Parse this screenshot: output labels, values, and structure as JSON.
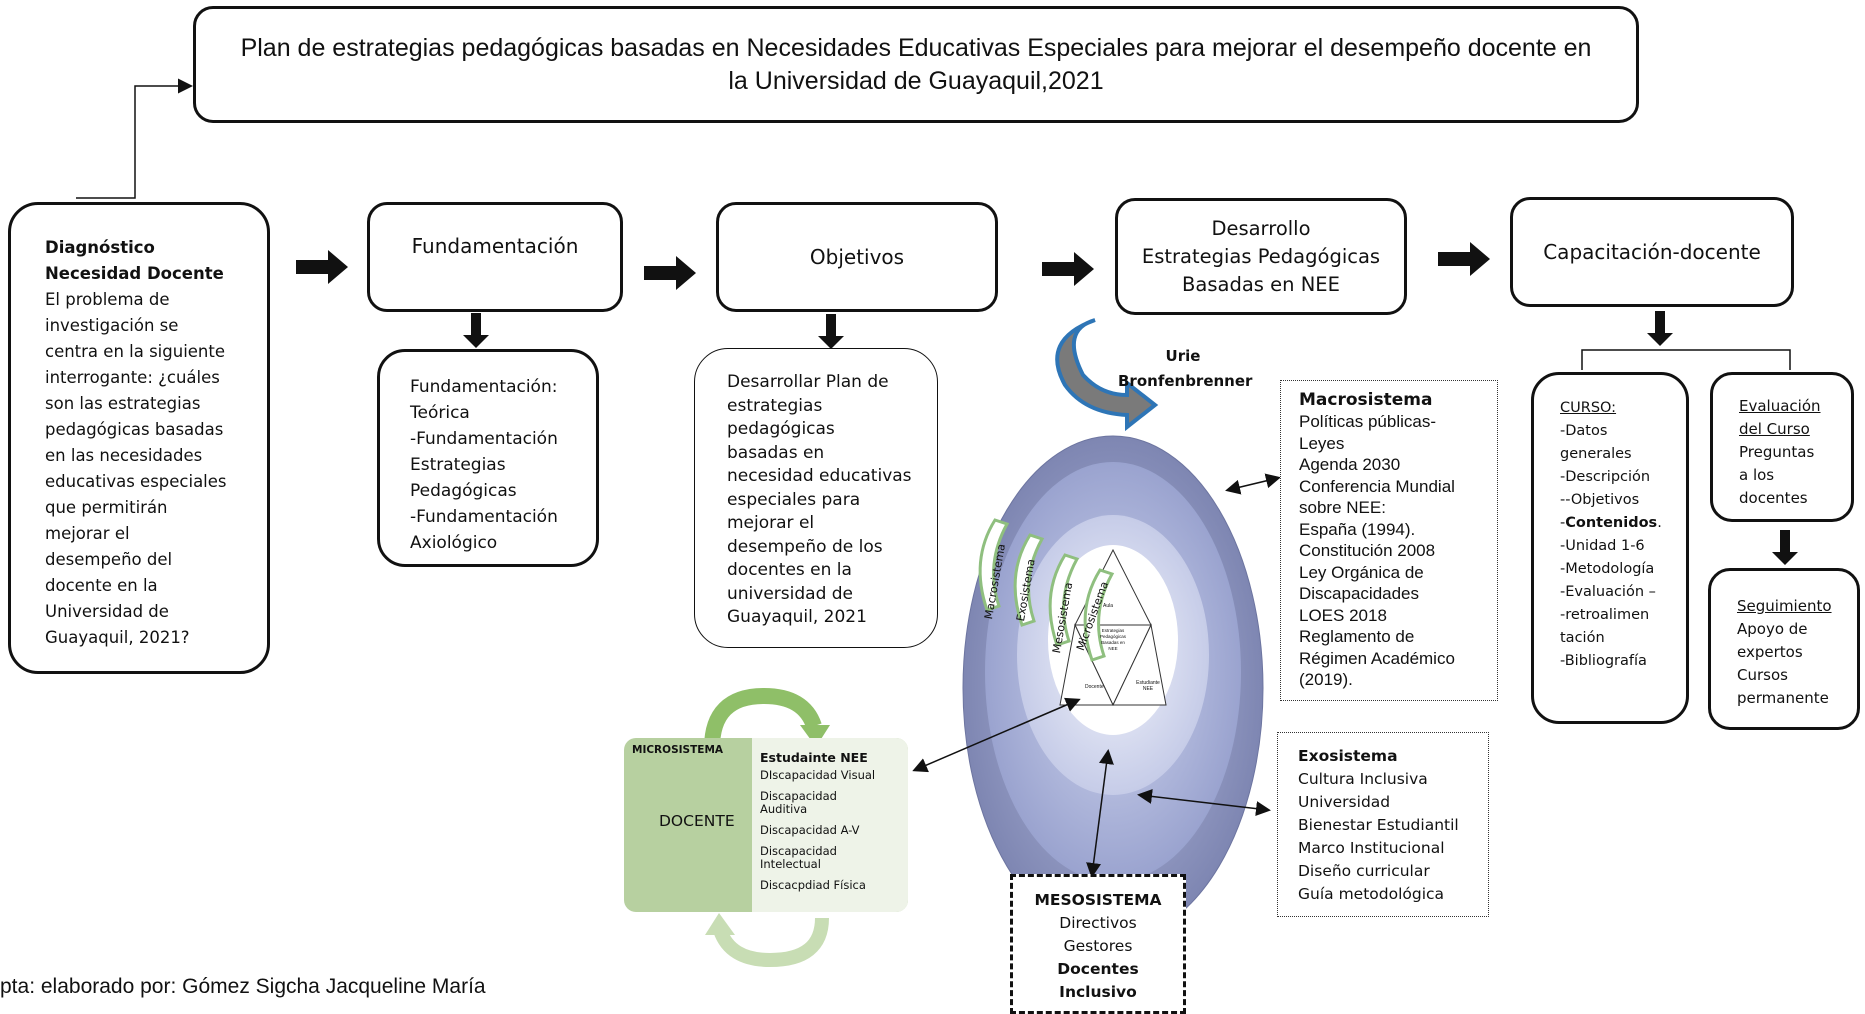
{
  "title": "Plan de estrategias pedagógicas basadas en Necesidades Educativas Especiales para mejorar el desempeño docente en la Universidad de Guayaquil,2021",
  "diagnostico": {
    "heading1": "Diagnóstico",
    "heading2": "Necesidad Docente",
    "text": " El problema de\ninvestigación se\ncentra en la siguiente\ninterrogante: ¿cuáles\nson las estrategias\npedagógicas basadas\nen las necesidades\neducativas especiales\nque permitirán\nmejorar el\ndesempeño del\ndocente en la\nUniversidad de\nGuayaquil, 2021?"
  },
  "steps": {
    "fundamentacion": "Fundamentación",
    "objetivos": "Objetivos",
    "desarrollo": "Desarrollo\nEstrategias Pedagógicas\nBasadas en NEE",
    "capacitacion": "Capacitación-docente"
  },
  "fundamentacion_detail": "Fundamentación:\nTeórica\n-Fundamentación\nEstrategias\nPedagógicas\n-Fundamentación\nAxiológico",
  "objetivos_detail": "Desarrollar Plan de\nestrategias\npedagógicas\nbasadas en\nnecesidad educativas\nespeciales para\nmejorar el\ndesempeño de los\ndocentes en la\nuniversidad de\nGuayaquil, 2021",
  "bronfenbrenner": "Urie\nBronfenbrenner",
  "macrosistema": {
    "heading": "Macrosistema",
    "text": "Políticas públicas-\nLeyes\nAgenda 2030\nConferencia Mundial\nsobre NEE:\nEspaña (1994).\nConstitución 2008\nLey Orgánica de\nDiscapacidades\nLOES 2018\nReglamento de\nRégimen Académico\n(2019)."
  },
  "exosistema": {
    "heading": "Exosistema",
    "text": "Cultura Inclusiva\nUniversidad\nBienestar Estudiantil\nMarco Institucional\nDiseño curricular\nGuía metodológica"
  },
  "mesosistema": {
    "heading": "MESOSISTEMA",
    "line1": "Directivos",
    "line2": "Gestores",
    "line3": "Docentes",
    "line4": "Inclusivo"
  },
  "microsistema": {
    "label": "MICROSISTEMA",
    "docente": "DOCENTE",
    "heading": "Estudainte NEE",
    "items": [
      "DIscapacidad Visual",
      "Discapacidad\nAuditiva",
      "Discapacidad A-V",
      "Discapacidad\nIntelectual",
      "Discacpdiad Física"
    ]
  },
  "ellipse_labels": {
    "macro": "Macrosistema",
    "exo": "Exosistema",
    "meso": "Mesosistema",
    "micro": "Microsistema",
    "triangle_top": "Aula",
    "triangle_mid": "Estrategias\nPedagógicas\nBasadas en\nNEE",
    "triangle_left": "Docente",
    "triangle_right": "Estudiante\nNEE"
  },
  "curso": {
    "heading": "CURSO:",
    "items_before": "-Datos\ngenerales\n-Descripción\n--Objetivos",
    "contenidos": "Contenidos",
    "items_after": "-Unidad 1-6\n-Metodología\n-Evaluación –\n-retroalimen\ntación\n-Bibliografía"
  },
  "evaluacion": {
    "heading": "Evaluación\ndel Curso",
    "text": "Preguntas\na los\ndocentes"
  },
  "seguimiento": {
    "heading": "Seguimiento",
    "text": "Apoyo de\nexpertos\nCursos\npermanente"
  },
  "footer": "pta: elaborado por: Gómez Sigcha Jacqueline María",
  "colors": {
    "outer_ring": "#8990b8",
    "ring2": "#aab2d6",
    "ring3": "#c9cfe8",
    "inner": "#ffffff",
    "micro_green": "#9fbf8a",
    "micro_light": "#eef3e8",
    "arrow_blue": "#2e75b6"
  }
}
